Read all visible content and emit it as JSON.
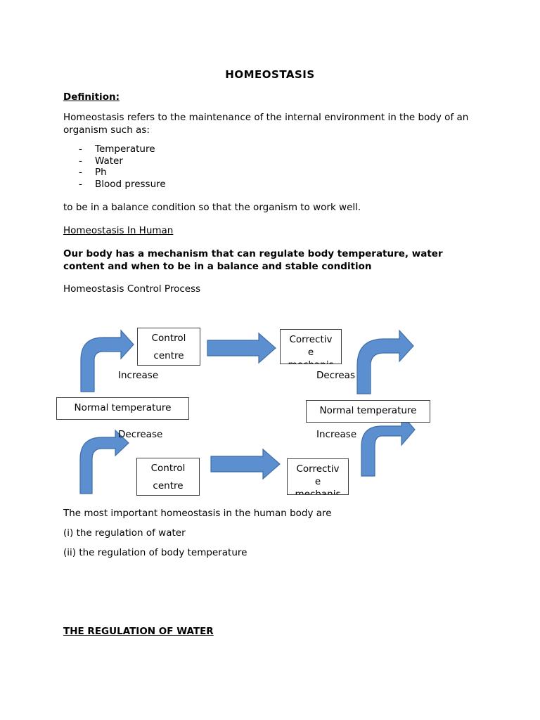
{
  "title": "HOMEOSTASIS",
  "definition_heading": "Definition:",
  "definition_text": "Homeostasis refers to the maintenance of the internal environment in the body of an organism such as:",
  "factors": [
    "Temperature",
    "Water",
    "Ph",
    "Blood pressure"
  ],
  "bullet_marker": "-",
  "balance_text": "to be in a balance condition so that the organism to work well.",
  "human_heading": "Homeostasis In Human",
  "human_text": "Our body has a mechanism that can regulate body temperature, water content and when to be in a balance and stable condition",
  "process_label": "Homeostasis Control Process",
  "diagram": {
    "control_centre_line1": "Control",
    "control_centre_line2": "centre",
    "corrective_line1": "Correctiv",
    "corrective_line2": "e",
    "corrective_line3": "mechanis",
    "normal_temperature": "Normal temperature",
    "increase": "Increase",
    "decrease": "Decrease",
    "decrease_truncated": "Decreas"
  },
  "important_text": "The most important homeostasis in the human body are",
  "important_items": [
    "(i)  the regulation of water",
    "(ii) the regulation of body temperature"
  ],
  "water_heading": "THE REGULATION OF WATER",
  "colors": {
    "arrow_fill": "#5b8fd0",
    "arrow_stroke": "#3e6ea8",
    "box_border": "#404040"
  }
}
